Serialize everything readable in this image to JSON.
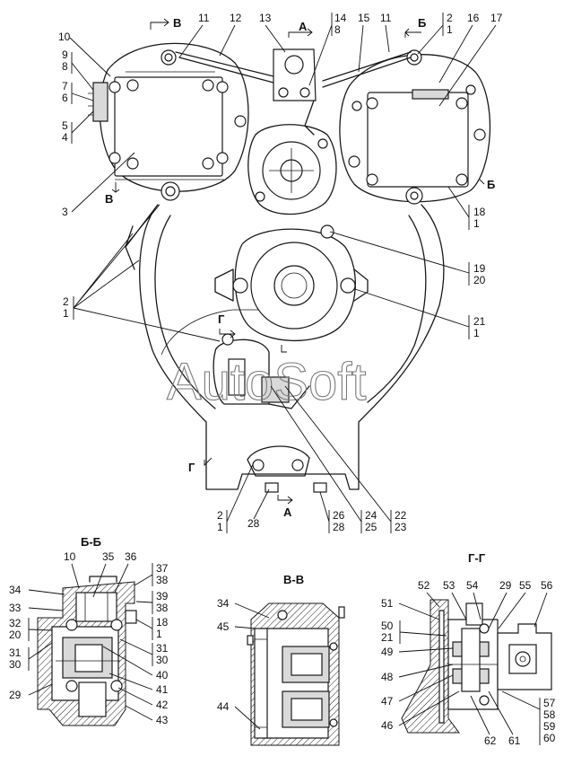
{
  "watermark": "AutoSoft",
  "section_titles": {
    "bb": "Б-Б",
    "vv": "В-В",
    "gg": "Г-Г"
  },
  "callouts": [
    {
      "id": "c10",
      "text": "10"
    },
    {
      "id": "c9",
      "text": "9"
    },
    {
      "id": "c8a",
      "text": "8"
    },
    {
      "id": "c7",
      "text": "7"
    },
    {
      "id": "c6",
      "text": "6"
    },
    {
      "id": "c5",
      "text": "5"
    },
    {
      "id": "c4",
      "text": "4"
    },
    {
      "id": "c3",
      "text": "3"
    },
    {
      "id": "c11a",
      "text": "11"
    },
    {
      "id": "c12",
      "text": "12"
    },
    {
      "id": "c13",
      "text": "13"
    },
    {
      "id": "c14",
      "text": "14"
    },
    {
      "id": "c8b",
      "text": "8"
    },
    {
      "id": "c15",
      "text": "15"
    },
    {
      "id": "c11b",
      "text": "11"
    },
    {
      "id": "c2a",
      "text": "2"
    },
    {
      "id": "c1a",
      "text": "1"
    },
    {
      "id": "c16",
      "text": "16"
    },
    {
      "id": "c17",
      "text": "17"
    },
    {
      "id": "c18",
      "text": "18"
    },
    {
      "id": "c1b",
      "text": "1"
    },
    {
      "id": "c19",
      "text": "19"
    },
    {
      "id": "c20",
      "text": "20"
    },
    {
      "id": "c21",
      "text": "21"
    },
    {
      "id": "c1c",
      "text": "1"
    },
    {
      "id": "c2b",
      "text": "2"
    },
    {
      "id": "c1d",
      "text": "1"
    },
    {
      "id": "c2c",
      "text": "2"
    },
    {
      "id": "c1e",
      "text": "1"
    },
    {
      "id": "c28a",
      "text": "28"
    },
    {
      "id": "c26",
      "text": "26"
    },
    {
      "id": "c28b",
      "text": "28"
    },
    {
      "id": "c24",
      "text": "24"
    },
    {
      "id": "c25",
      "text": "25"
    },
    {
      "id": "c22",
      "text": "22"
    },
    {
      "id": "c23",
      "text": "23"
    },
    {
      "id": "s10",
      "text": "10"
    },
    {
      "id": "s35",
      "text": "35"
    },
    {
      "id": "s36",
      "text": "36"
    },
    {
      "id": "s37",
      "text": "37"
    },
    {
      "id": "s38a",
      "text": "38"
    },
    {
      "id": "s34",
      "text": "34"
    },
    {
      "id": "s39",
      "text": "39"
    },
    {
      "id": "s38b",
      "text": "38"
    },
    {
      "id": "s33",
      "text": "33"
    },
    {
      "id": "s18",
      "text": "18"
    },
    {
      "id": "s1",
      "text": "1"
    },
    {
      "id": "s32",
      "text": "32"
    },
    {
      "id": "s20",
      "text": "20"
    },
    {
      "id": "s31a",
      "text": "31"
    },
    {
      "id": "s30a",
      "text": "30"
    },
    {
      "id": "s31b",
      "text": "31"
    },
    {
      "id": "s30b",
      "text": "30"
    },
    {
      "id": "s40",
      "text": "40"
    },
    {
      "id": "s41",
      "text": "41"
    },
    {
      "id": "s29",
      "text": "29"
    },
    {
      "id": "s42",
      "text": "42"
    },
    {
      "id": "s43",
      "text": "43"
    },
    {
      "id": "v34",
      "text": "34"
    },
    {
      "id": "v45",
      "text": "45"
    },
    {
      "id": "v44",
      "text": "44"
    },
    {
      "id": "g52",
      "text": "52"
    },
    {
      "id": "g53",
      "text": "53"
    },
    {
      "id": "g54",
      "text": "54"
    },
    {
      "id": "g29",
      "text": "29"
    },
    {
      "id": "g55",
      "text": "55"
    },
    {
      "id": "g56",
      "text": "56"
    },
    {
      "id": "g51",
      "text": "51"
    },
    {
      "id": "g50",
      "text": "50"
    },
    {
      "id": "g21",
      "text": "21"
    },
    {
      "id": "g49",
      "text": "49"
    },
    {
      "id": "g48",
      "text": "48"
    },
    {
      "id": "g47",
      "text": "47"
    },
    {
      "id": "g46",
      "text": "46"
    },
    {
      "id": "g62",
      "text": "62"
    },
    {
      "id": "g61",
      "text": "61"
    },
    {
      "id": "g57",
      "text": "57"
    },
    {
      "id": "g58",
      "text": "58"
    },
    {
      "id": "g59",
      "text": "59"
    },
    {
      "id": "g60",
      "text": "60"
    }
  ],
  "view_markers": {
    "b_top": "В",
    "b_left": "В",
    "a_top": "А",
    "a_bottom": "А",
    "be_top": "Б",
    "be_right": "Б",
    "ge_mid": "Г",
    "ge_low": "Г"
  }
}
